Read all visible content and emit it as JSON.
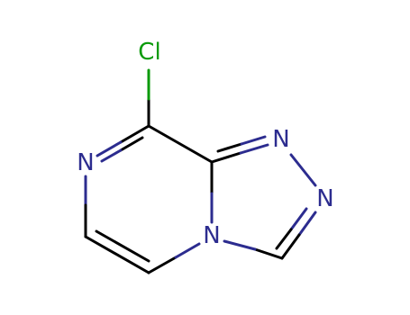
{
  "molecule": {
    "atoms": {
      "chlorine": {
        "label": "Cl",
        "color": "#0a9a0a"
      },
      "n_pyrazine": {
        "label": "N",
        "color": "#2c2c8f"
      },
      "n_triazole_top": {
        "label": "N",
        "color": "#2c2c8f"
      },
      "n_triazole_right": {
        "label": "N",
        "color": "#2c2c8f"
      },
      "n_bridge": {
        "label": "N",
        "color": "#2c2c8f"
      }
    },
    "bond_colors": {
      "carbon": "#000000",
      "nitrogen": "#2c2c8f",
      "chlorine": "#0a9a0a"
    }
  }
}
